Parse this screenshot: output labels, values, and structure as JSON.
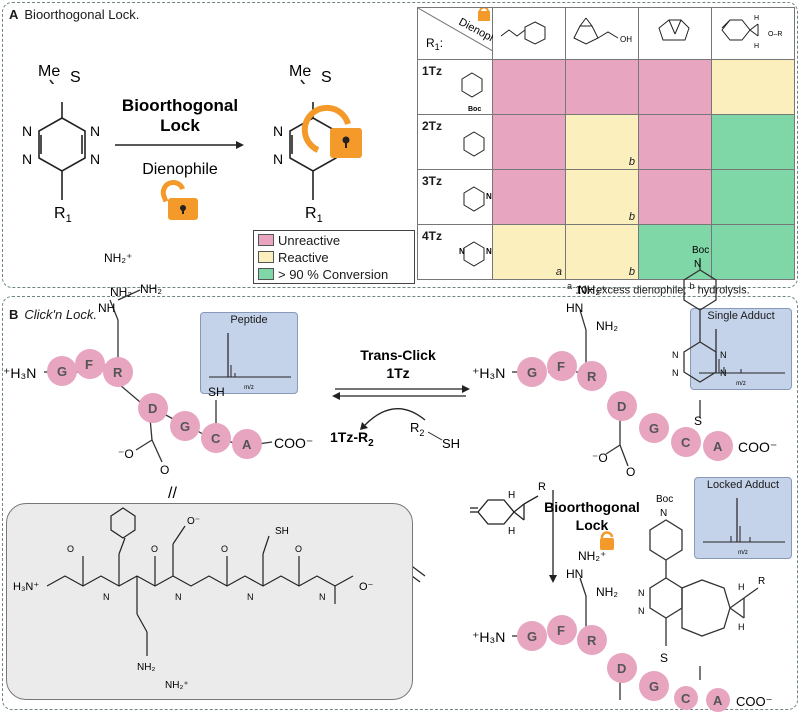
{
  "panel_a": {
    "letter": "A",
    "title": "Bioorthogonal Lock.",
    "methyl_label": "Me",
    "s_label": "S",
    "n_label": "N",
    "r1_label": "R",
    "r1_sub": "1",
    "arrow_top": "Bioorthogonal",
    "arrow_top2": "Lock",
    "arrow_bottom": "Dienophile"
  },
  "legend": {
    "items": [
      {
        "label": "Unreactive",
        "color": "#e8a5c0"
      },
      {
        "label": "Reactive",
        "color": "#fbefbd"
      },
      {
        "label": "> 90 % Conversion",
        "color": "#7fd6a6"
      }
    ]
  },
  "table": {
    "corner_top": "Dienophile",
    "corner_left": "R",
    "corner_left_sub": "1",
    "corner_left_colon": ":",
    "rows": [
      {
        "label": "1Tz",
        "sub": "Boc",
        "cells": [
          "#e8a5c0",
          "#e8a5c0",
          "#e8a5c0",
          "#fbefbd"
        ],
        "notes": [
          "",
          "",
          "",
          ""
        ]
      },
      {
        "label": "2Tz",
        "sub": "",
        "cells": [
          "#e8a5c0",
          "#fbefbd",
          "#e8a5c0",
          "#7fd6a6"
        ],
        "notes": [
          "",
          "b",
          "",
          ""
        ]
      },
      {
        "label": "3Tz",
        "sub": "N",
        "cells": [
          "#e8a5c0",
          "#fbefbd",
          "#e8a5c0",
          "#7fd6a6"
        ],
        "notes": [
          "",
          "b",
          "",
          ""
        ]
      },
      {
        "label": "4Tz",
        "sub": "N",
        "cells": [
          "#fbefbd",
          "#fbefbd",
          "#7fd6a6",
          "#7fd6a6"
        ],
        "notes": [
          "a",
          "b",
          "",
          ""
        ]
      }
    ],
    "footnote_a_mark": "a",
    "footnote_a": " 10x excess dienophile; ",
    "footnote_b_mark": "b",
    "footnote_b": " hydrolysis."
  },
  "panel_b": {
    "letter": "B",
    "title": "Click'n Lock.",
    "spectra": [
      {
        "title": "Peptide",
        "xlabel": "m/z"
      },
      {
        "title": "Single Adduct",
        "xlabel": "m/z"
      },
      {
        "title": "Locked Adduct",
        "xlabel": "m/z"
      }
    ],
    "residues": [
      "G",
      "F",
      "R",
      "D",
      "G",
      "C",
      "A"
    ],
    "h3n": "⁺H₃N",
    "coo": "COO⁻",
    "sh": "SH",
    "nh2plus": "NH₂⁺",
    "nh2": "NH₂",
    "nh": "NH",
    "hn": "HN",
    "o_minus": "⁻O",
    "o": "O",
    "s": "S",
    "boc": "Boc",
    "n": "N",
    "h": "H",
    "r": "R",
    "trans_click": "Trans-Click",
    "one_tz": "1Tz",
    "r2_sh": "R",
    "r2_sub": "2",
    "r2_sh_tail": "SH",
    "product": "1Tz-R",
    "product_sub": "2",
    "bio_lock": "Bioorthogonal",
    "bio_lock2": "Lock",
    "equals_sign": "//",
    "h3n_plus": "H₃N⁺",
    "o_minus_r": "O⁻",
    "nh_label": "N",
    "h_label": "H"
  }
}
